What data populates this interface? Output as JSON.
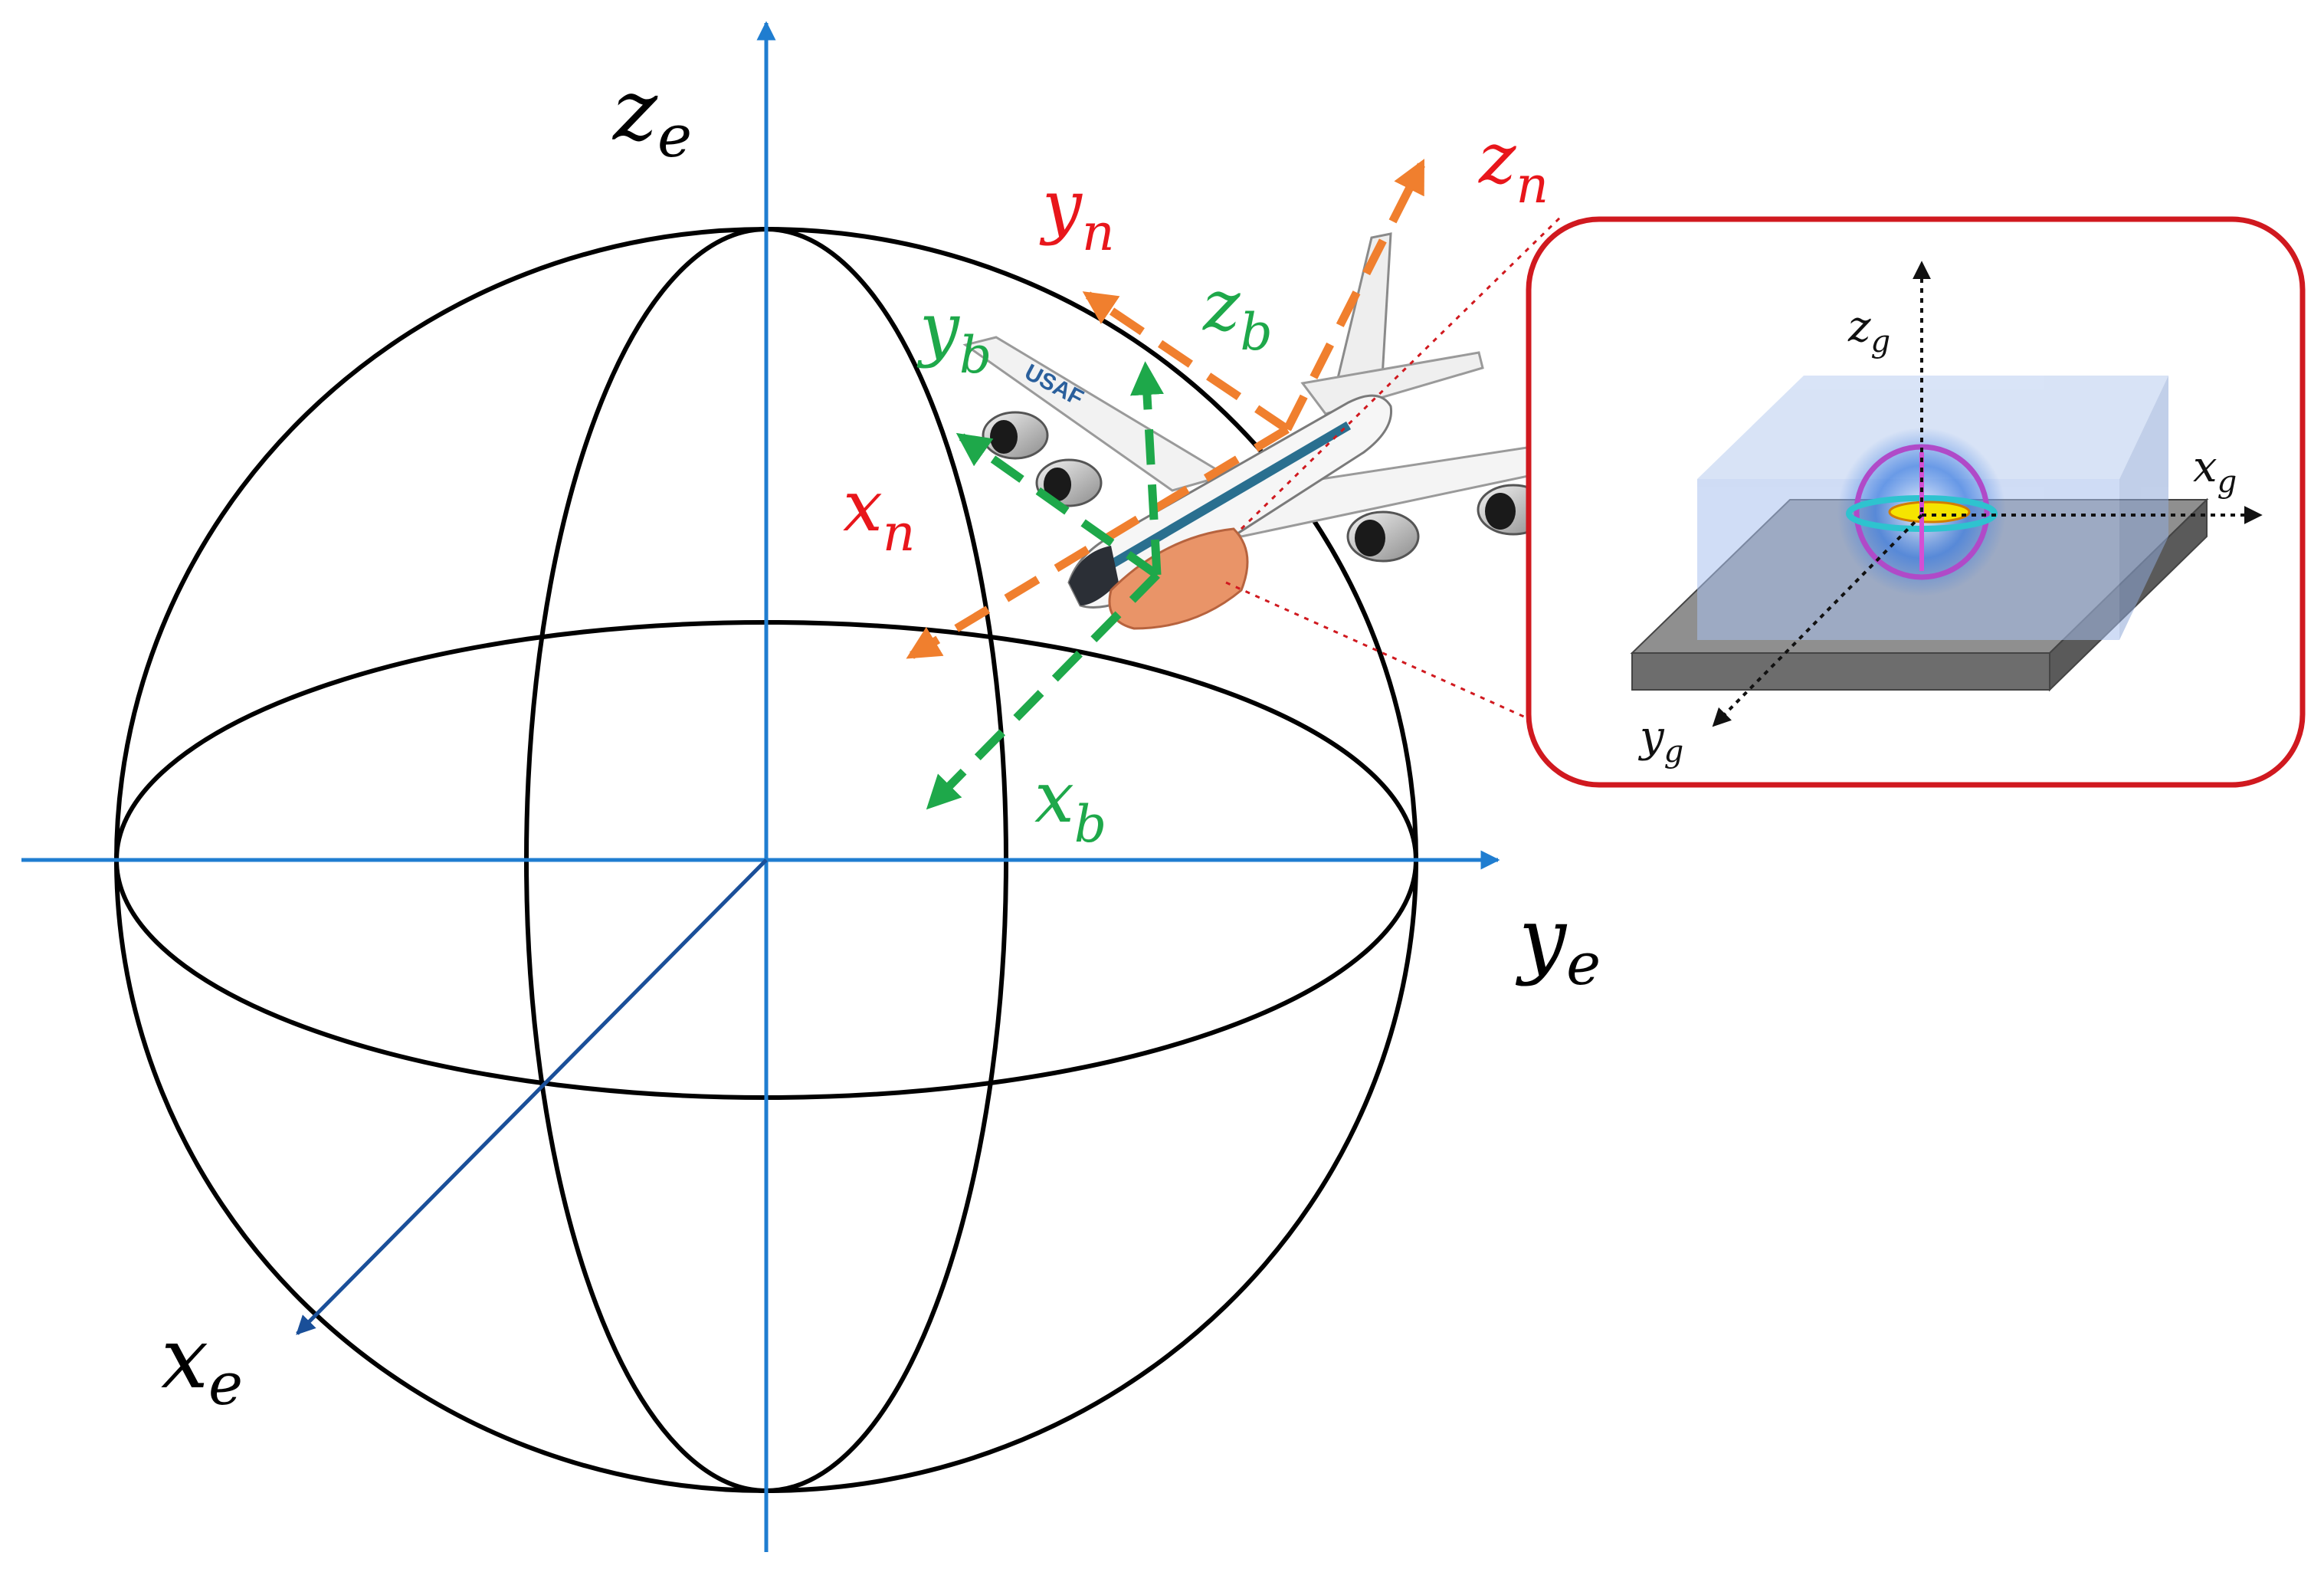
{
  "earth_frame": {
    "axis_x": {
      "base": "x",
      "sub": "e"
    },
    "axis_y": {
      "base": "y",
      "sub": "e"
    },
    "axis_z": {
      "base": "z",
      "sub": "e"
    }
  },
  "navigation_frame": {
    "axis_x": {
      "base": "x",
      "sub": "n"
    },
    "axis_y": {
      "base": "y",
      "sub": "n"
    },
    "axis_z": {
      "base": "z",
      "sub": "n"
    }
  },
  "body_frame": {
    "axis_x": {
      "base": "x",
      "sub": "b"
    },
    "axis_y": {
      "base": "y",
      "sub": "b"
    },
    "axis_z": {
      "base": "z",
      "sub": "b"
    }
  },
  "gyro_frame": {
    "axis_x": {
      "base": "x",
      "sub": "g"
    },
    "axis_y": {
      "base": "y",
      "sub": "g"
    },
    "axis_z": {
      "base": "z",
      "sub": "g"
    }
  },
  "aircraft_markings": {
    "fuselage_text": "USAF"
  },
  "colors": {
    "earth_axis": "#1f7dd0",
    "earth_axis_x": "#1a4f99",
    "globe_line": "#000000",
    "nav_axis": "#f07f2e",
    "nav_label": "#e8161b",
    "body_axis": "#1ea84a",
    "inset_border": "#d0191f",
    "gyro_axis": "#111111"
  }
}
